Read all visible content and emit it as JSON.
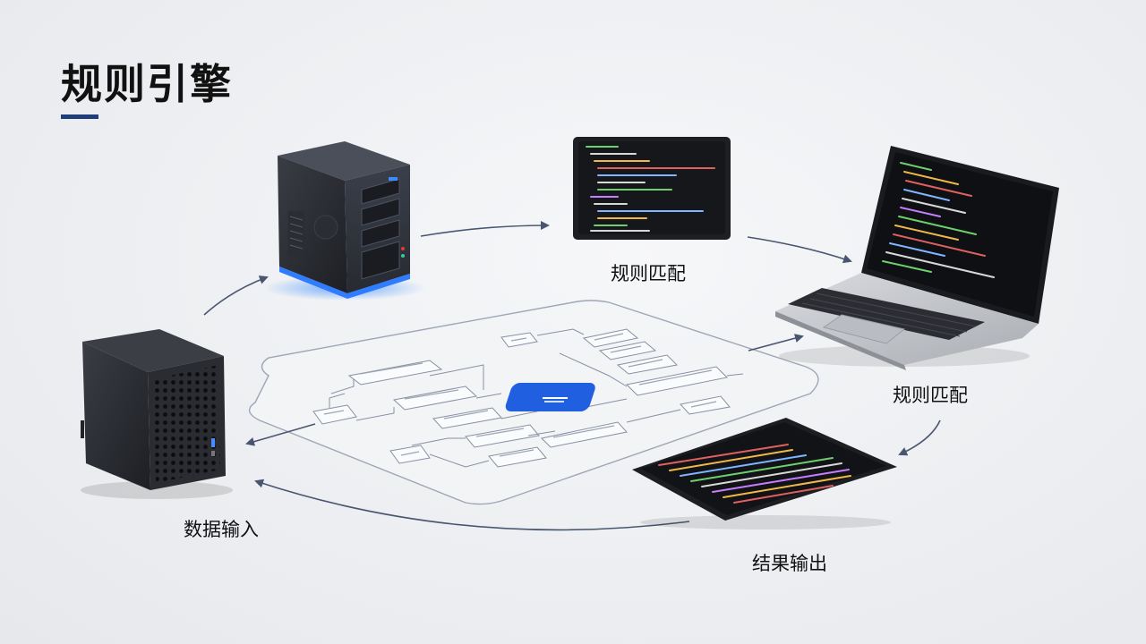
{
  "page": {
    "title": "规则引擎",
    "accent_color": "#1f3f7a"
  },
  "nodes": {
    "data_input": "数据输入",
    "rule_match_top": "规则匹配",
    "rule_match_right": "规则匹配",
    "result_output": "结果输出"
  },
  "flow_center": {
    "highlight_color": "#1f5fe0"
  },
  "icons": [
    "nas-box-icon",
    "tower-server-icon",
    "code-monitor-icon",
    "laptop-icon",
    "code-tablet-icon"
  ]
}
